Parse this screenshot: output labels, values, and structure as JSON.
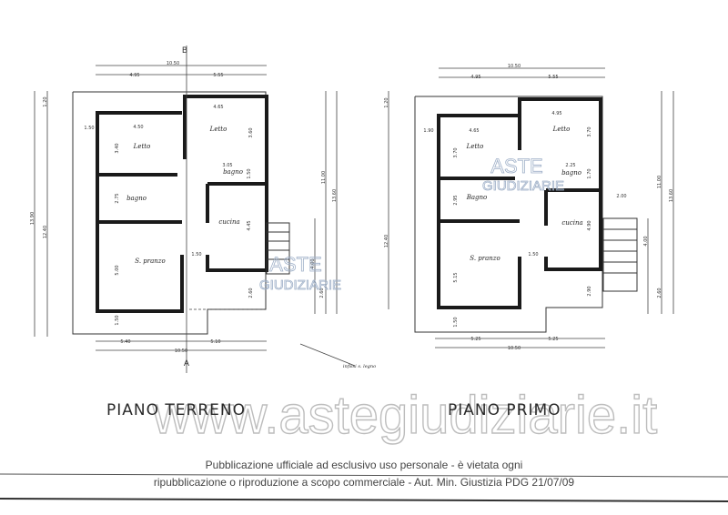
{
  "watermark": "www.astegiudiziarie.it",
  "logo": {
    "line1": "ASTE",
    "line2": "GIUDIZIARIE"
  },
  "footer": {
    "line1": "Pubblicazione ufficiale ad esclusivo uso personale - è vietata ogni",
    "line2": "ripubblicazione o riproduzione a scopo commerciale - Aut. Min. Giustizia PDG 21/07/09"
  },
  "ground_floor": {
    "title": "PIANO TERRENO",
    "section_marks": [
      "B",
      "A"
    ],
    "note": "infissi s. legno",
    "rooms": [
      "Letto",
      "Letto",
      "bagno",
      "bagno",
      "cucina",
      "S. pranzo"
    ],
    "dims": {
      "top_total": "10.50",
      "top_left": "4.95",
      "top_right": "5.55",
      "bottom_left": "5.40",
      "bottom_right": "5.10",
      "bottom_total": "10.50",
      "left_a": "1.20",
      "left_b": "12.40",
      "left_c": "13.90",
      "right_a": "11.00",
      "right_b": "13.60",
      "right_c": "4.00",
      "right_d": "2.60",
      "letto1_w": "4.50",
      "letto2_w": "4.65",
      "letto1_h": "3.40",
      "letto2_h": "3.60",
      "bagno2_w": "3.05",
      "bagno2_h": "1.50",
      "bagno1_h": "2.75",
      "cucina_h": "4.45",
      "corr": "1.50",
      "pranzo_h": "5.00",
      "porch": "2.60",
      "bottom_off": "1.50",
      "left_off": "1.50"
    }
  },
  "first_floor": {
    "title": "PIANO PRIMO",
    "rooms": [
      "Letto",
      "Letto",
      "bagno",
      "Bagno",
      "cucina",
      "S. pranzo"
    ],
    "dims": {
      "top_total": "10.50",
      "top_left": "4.95",
      "top_right": "5.55",
      "bottom_left": "5.25",
      "bottom_right": "5.25",
      "bottom_total": "10.50",
      "left_a": "1.20",
      "left_b": "12.40",
      "right_a": "11.00",
      "right_b": "13.60",
      "right_c": "4.00",
      "right_d": "2.60",
      "balcony": "2.00",
      "letto1_w": "4.65",
      "letto2_w": "4.95",
      "letto1_h": "3.70",
      "letto2_h": "3.70",
      "bagno2_w": "2.25",
      "bagno2_h": "1.70",
      "bagno1_h": "2.95",
      "cucina_h": "4.90",
      "corr": "1.50",
      "pranzo_h": "5.15",
      "porch": "2.90",
      "bottom_off": "1.50",
      "left_off": "1.90"
    }
  }
}
